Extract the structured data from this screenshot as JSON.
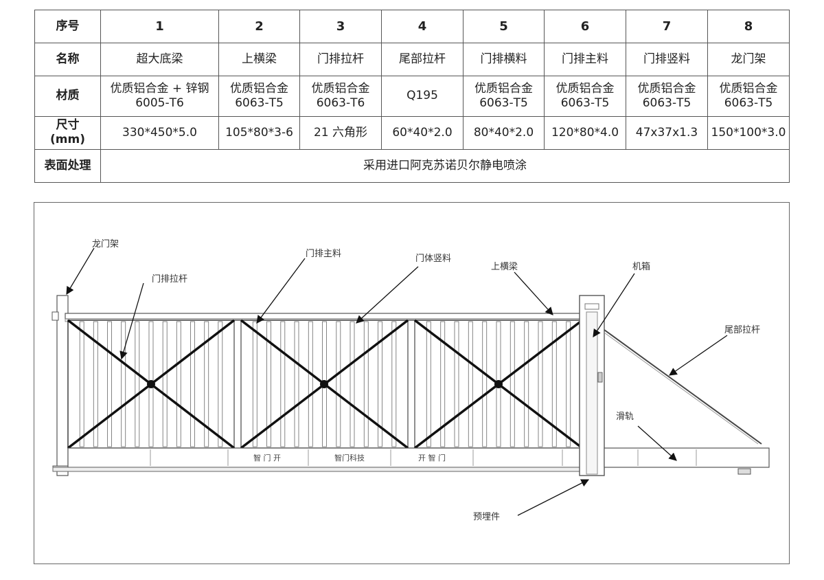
{
  "table": {
    "row_headers": [
      "序号",
      "名称",
      "材质",
      "尺寸\n(mm)",
      "表面处理"
    ],
    "columns": [
      {
        "num": "1",
        "name": "超大底梁",
        "material": "优质铝合金 + 锌钢\n6005-T6",
        "size": "330*450*5.0"
      },
      {
        "num": "2",
        "name": "上横梁",
        "material": "优质铝合金\n6063-T5",
        "size": "105*80*3-6"
      },
      {
        "num": "3",
        "name": "门排拉杆",
        "material": "优质铝合金\n6063-T6",
        "size": "21 六角形"
      },
      {
        "num": "4",
        "name": "尾部拉杆",
        "material": "Q195",
        "size": "60*40*2.0"
      },
      {
        "num": "5",
        "name": "门排横料",
        "material": "优质铝合金\n6063-T5",
        "size": "80*40*2.0"
      },
      {
        "num": "6",
        "name": "门排主料",
        "material": "优质铝合金\n6063-T5",
        "size": "120*80*4.0"
      },
      {
        "num": "7",
        "name": "门排竖料",
        "material": "优质铝合金\n6063-T5",
        "size": "47x37x1.3"
      },
      {
        "num": "8",
        "name": "龙门架",
        "material": "优质铝合金\n6063-T5",
        "size": "150*100*3.0"
      }
    ],
    "surface_treatment": "采用进口阿克苏诺贝尔静电喷涂"
  },
  "diagram": {
    "labels": {
      "gantry": "龙门架",
      "tie_rod": "门排拉杆",
      "main_bar": "门排主料",
      "vertical_bar": "门体竖料",
      "top_beam": "上横梁",
      "machine_box": "机箱",
      "tail_rod": "尾部拉杆",
      "rail": "滑轨",
      "embedded_part": "预埋件"
    },
    "base_text": {
      "left": "智 门 开",
      "logo": "智门科技",
      "right": "开 智 门"
    }
  }
}
